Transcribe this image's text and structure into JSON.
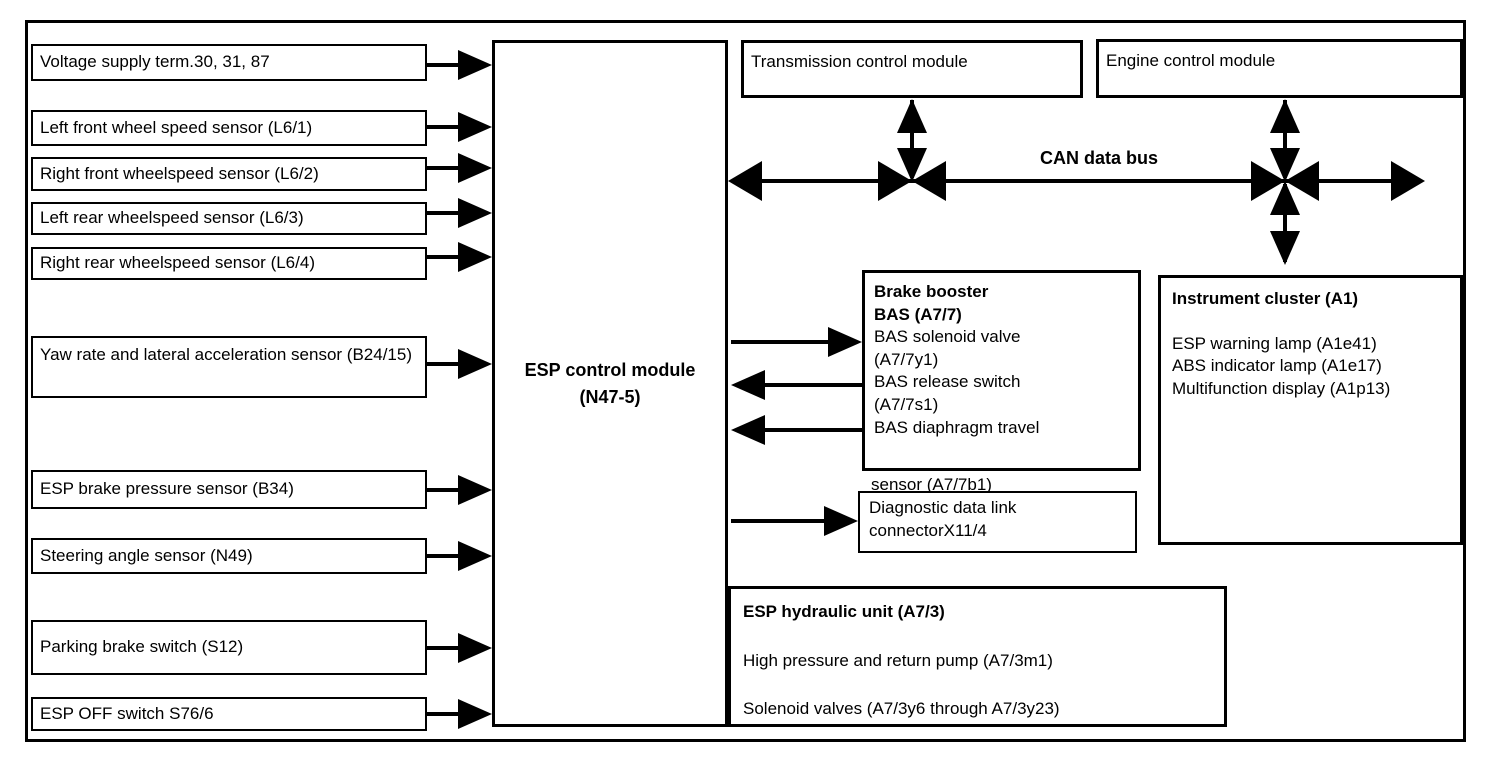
{
  "diagram": {
    "title": "ESP control module system block diagram",
    "can_bus_label": "CAN data bus",
    "line_color": "#000000",
    "background_color": "#ffffff"
  },
  "inputs": [
    {
      "label": "Voltage supply term.30, 31, 87"
    },
    {
      "label": "Left front wheel speed sensor (L6/1)"
    },
    {
      "label": "Right front wheelspeed sensor (L6/2)"
    },
    {
      "label": "Left rear wheelspeed sensor (L6/3)"
    },
    {
      "label": "Right rear wheelspeed sensor (L6/4)"
    },
    {
      "label": "Yaw rate and lateral acceleration sensor (B24/15)"
    },
    {
      "label": "ESP brake pressure sensor (B34)"
    },
    {
      "label": "Steering angle sensor (N49)"
    },
    {
      "label": "Parking brake switch (S12)"
    },
    {
      "label": "ESP OFF switch S76/6"
    }
  ],
  "esp_module": {
    "line1": "ESP control module",
    "line2": "(N47-5)"
  },
  "bus_modules": {
    "transmission": "Transmission control module",
    "engine": "Engine control module"
  },
  "brake_booster": {
    "heading_line1": "Brake booster",
    "heading_line2": "BAS (A7/7)",
    "items": [
      "BAS solenoid valve",
      "(A7/7y1)",
      "BAS release switch",
      "(A7/7s1)",
      "BAS diaphragm travel",
      "sensor (A7/7b1)"
    ]
  },
  "diagnostic": {
    "line1": "Diagnostic data link",
    "line2": "connectorX11/4"
  },
  "instrument_cluster": {
    "heading": "Instrument cluster (A1)",
    "items": [
      "ESP warning lamp (A1e41)",
      "ABS indicator lamp (A1e17)",
      "Multifunction display (A1p13)"
    ]
  },
  "hydraulic_unit": {
    "heading": "ESP hydraulic unit (A7/3)",
    "items": [
      "High pressure and return pump (A7/3m1)",
      "Solenoid valves (A7/3y6 through A7/3y23)"
    ]
  }
}
